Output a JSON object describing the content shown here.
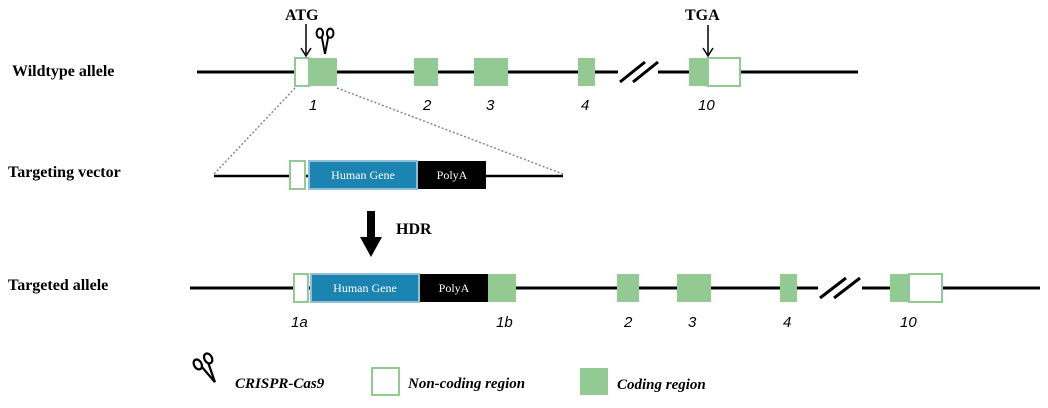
{
  "colors": {
    "coding": "#93c993",
    "coding_border": "#7fbf7f",
    "human_gene": "#1b84b0",
    "human_gene_border": "#8fc0d8",
    "polya": "#000000",
    "line": "#000000",
    "guide": "#888888"
  },
  "icons": {
    "cut_site": "scissors-icon",
    "process_arrow": "down-arrow-icon",
    "break_mark": "double-slash-icon"
  },
  "wildtype": {
    "label": "Wildtype allele",
    "start_codon": "ATG",
    "stop_codon": "TGA",
    "exon_labels": [
      "1",
      "2",
      "3",
      "4",
      "10"
    ]
  },
  "vector": {
    "label": "Targeting vector",
    "human_gene": "Human Gene",
    "polya": "PolyA"
  },
  "process": {
    "label": "HDR"
  },
  "targeted": {
    "label": "Targeted allele",
    "human_gene": "Human Gene",
    "polya": "PolyA",
    "exon_labels": [
      "1a",
      "1b",
      "2",
      "3",
      "4",
      "10"
    ]
  },
  "legend": {
    "crispr": "CRISPR-Cas9",
    "noncoding": "Non-coding region",
    "coding": "Coding region"
  }
}
